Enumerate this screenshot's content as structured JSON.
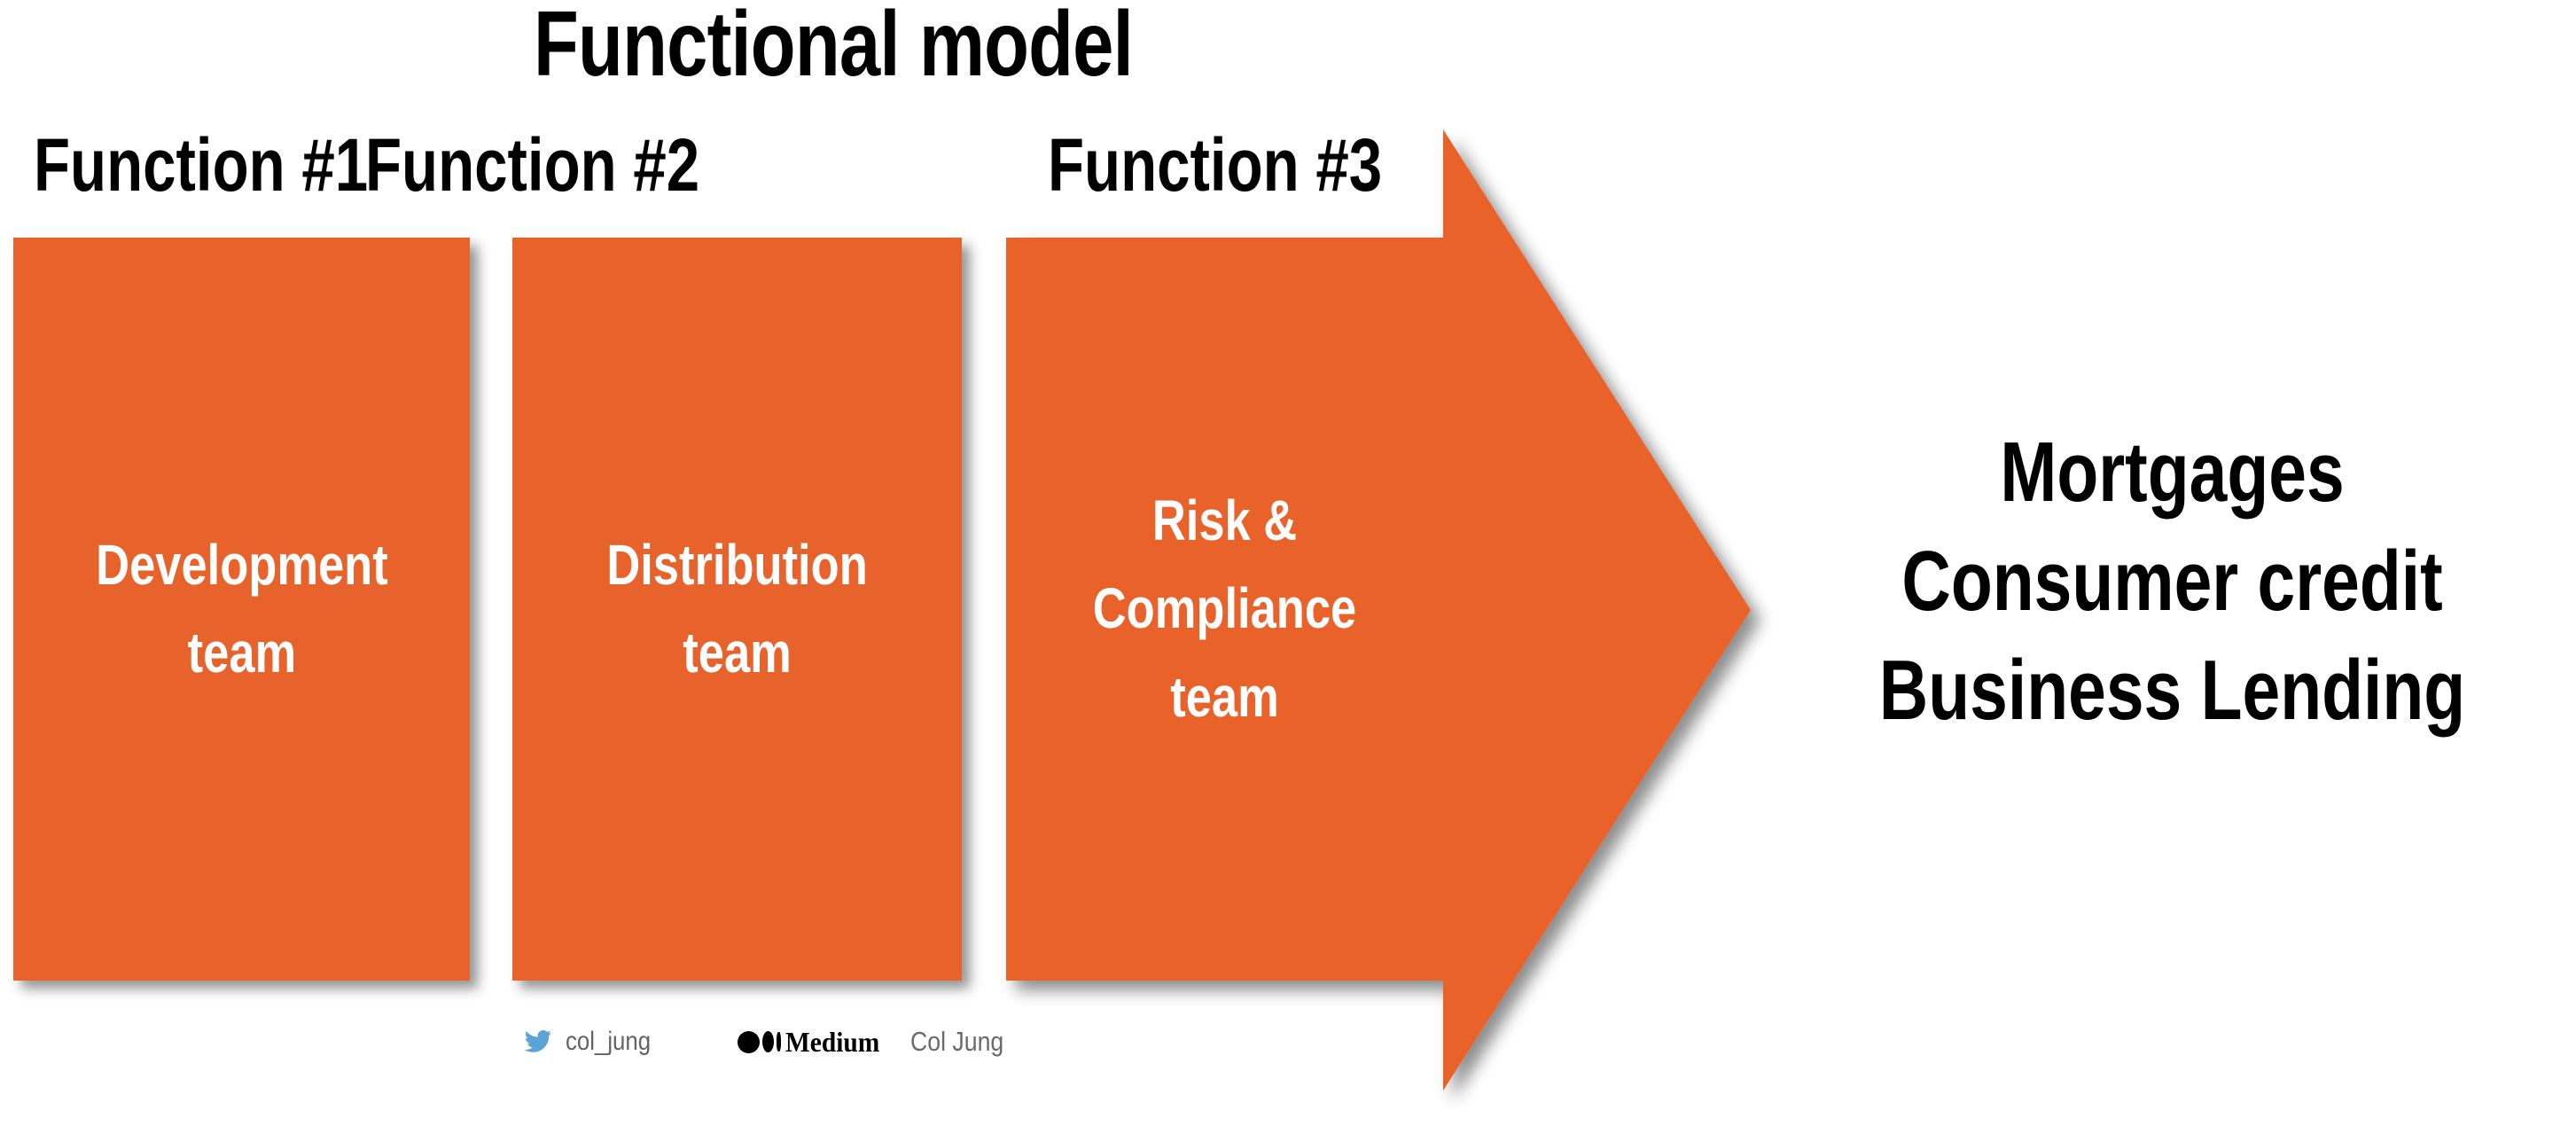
{
  "title": "Functional model",
  "functions": [
    {
      "label": "Function #1",
      "team": "Development\nteam"
    },
    {
      "label": "Function #2",
      "team": "Distribution\nteam"
    },
    {
      "label": "Function #3",
      "team": "Risk & Compliance\nteam"
    }
  ],
  "outcomes": [
    "Mortgages",
    "Consumer credit",
    "Business Lending"
  ],
  "watermark": {
    "twitter_icon": "twitter-bird-icon",
    "twitter_handle": "col_jung",
    "medium_icon": "medium-logo-icon",
    "medium_word": "Medium",
    "medium_handle": "Col Jung"
  },
  "colors": {
    "accent_orange": "#E8622B",
    "text_black": "#000000",
    "box_text_white": "#FFFFFF",
    "twitter_blue": "#5BA4D8",
    "watermark_gray": "#636363",
    "background": "#FFFFFF"
  }
}
